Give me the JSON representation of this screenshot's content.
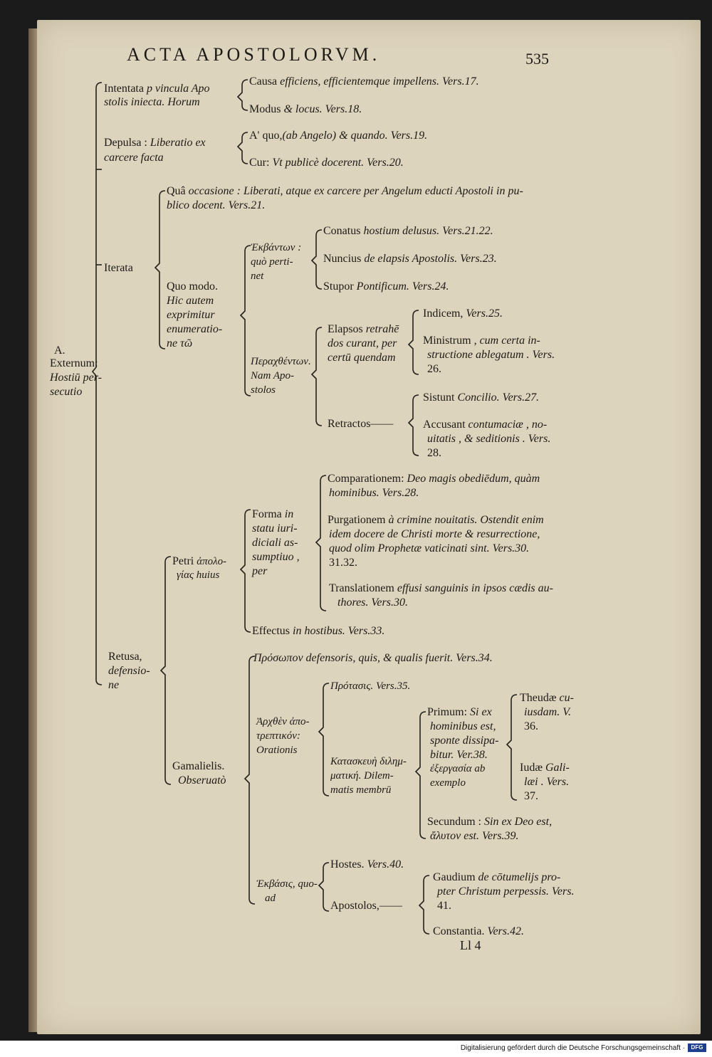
{
  "page": {
    "running_head": "ACTA APOSTOLORVM.",
    "page_number": "535",
    "signature": "Ll 4"
  },
  "outline": {
    "root": {
      "label": "A.",
      "line1": "Externum:",
      "line2": "Hostiū per-",
      "line3": "secutio"
    },
    "intentata": {
      "a": "Intentata ",
      "b": "p vincula Apo",
      "c": "stolis iniecta. Horum"
    },
    "causa": {
      "a": "Causa ",
      "b": "efficiens, efficientemque impellens. Vers.17."
    },
    "modus": {
      "a": "Modus ",
      "b": "& locus. Vers.18."
    },
    "depulsa": {
      "a": "Depulsa : ",
      "b": "Liberatio ex",
      "c": "carcere facta"
    },
    "a_quo": {
      "a": "A' quo,",
      "b": "(ab Angelo) & quando. Vers.19."
    },
    "cur": {
      "a": "Cur: ",
      "b": "Vt publicè docerent. Vers.20."
    },
    "iterata": "Iterata",
    "qua_occasione": {
      "a": "Quâ ",
      "b": "occasione : Liberati, atque ex carcere per Angelum educti Apostoli in pu-",
      "c": "blico docent. Vers.21."
    },
    "quo_modo": {
      "a": "Quo   modo.",
      "b": "Hic   autem",
      "c": "exprimitur",
      "d": "enumeratio-",
      "e": "ne τῶ"
    },
    "ekbaton": {
      "a": "Ἐκβάντων :",
      "b": "quò perti-",
      "c": "net"
    },
    "conatus": {
      "a": "Conatus ",
      "b": "hostium delusus. Vers.21.22."
    },
    "nuncius": {
      "a": "Nuncius ",
      "b": "de elapsis Apostolis. Vers.23."
    },
    "stupor": {
      "a": "Stupor ",
      "b": "Pontificum. Vers.24."
    },
    "peraxthenton": {
      "a": "Περαχθέντων.",
      "b": "Nam Apo-",
      "c": "stolos"
    },
    "elapsos": {
      "a": "Elapsos ",
      "b": "retrahē",
      "c": "dos curant, per",
      "d": "certū quendam"
    },
    "indicem": {
      "a": "Indicem, ",
      "b": "Vers.25."
    },
    "ministrum": {
      "a": "Ministrum , ",
      "b": "cum  certa  in-",
      "c": "structione ablegatum . Vers.",
      "d": "26."
    },
    "retractos": "Retractos——",
    "sistunt": {
      "a": "Sistunt ",
      "b": "Concilio. Vers.27."
    },
    "accusant": {
      "a": "Accusant  ",
      "b": "contumaciæ ,  no-",
      "c": "uitatis , & seditionis . Vers.",
      "d": "28."
    },
    "petri": {
      "a": "Petri ",
      "b": "ἀπολο-",
      "c": "γίας huius"
    },
    "forma": {
      "a": "Forma  ",
      "b": "in",
      "c": "statu iuri-",
      "d": "diciali  as-",
      "e": "sumptiuo ,",
      "f": "per"
    },
    "comparationem": {
      "a": "Comparationem: ",
      "b": "Deo magis obediēdum, quàm",
      "c": "hominibus. Vers.28."
    },
    "purgationem": {
      "a": "Purgationem ",
      "b": "à crimine nouitatis. Ostendit enim",
      "c": "idem docere de Christi morte & resurrectione,",
      "d": "quod olim Prophetæ vaticinati sint. Vers.30.",
      "e": "31.32."
    },
    "translationem": {
      "a": "Translationem ",
      "b": "effusi sanguinis in ipsos cædis au-",
      "c": "thores. Vers.30."
    },
    "effectus": {
      "a": "Effectus ",
      "b": "in hostibus. Vers.33."
    },
    "retusa": {
      "a": "Retusa,",
      "b": "defensio-",
      "c": "ne"
    },
    "prosopon": "Πρόσωπον defensoris, quis, & qualis fuerit. Vers.34.",
    "gamalielis": {
      "a": "Gamalielis.",
      "b": "Obseruatò"
    },
    "arxthen": {
      "a": "Ἀρχθὲν  ἀπο-",
      "b": "τρεπτικόν:",
      "c": "Orationis"
    },
    "protasis": {
      "a": "Πρότασις. ",
      "b": "Vers.35."
    },
    "kataskeue": {
      "a": "Κατασκευὴ διλημ-",
      "b": "ματική. Dilem-",
      "c": "matis membrū"
    },
    "primum": {
      "a": "Primum: ",
      "b": "Si ex",
      "c": "hominibus est,",
      "d": "sponte dissipa-",
      "e": "bitur. Ver.38.",
      "f": "ἐξεργασία  ab",
      "g": "exemplo"
    },
    "theudae": {
      "a": "Theudæ ",
      "b": "cu-",
      "c": "iusdam. V.",
      "d": "36."
    },
    "iudae": {
      "a": "Iudæ ",
      "b": "Gali-",
      "c": "læi . Vers.",
      "d": "37."
    },
    "secundum": {
      "a": "Secundum : ",
      "b": "Sin ex Deo est,",
      "c": "ἄλυτον est. Vers.39."
    },
    "ekbasis": {
      "a": "Ἐκβάσις, quo-",
      "b": "ad"
    },
    "hostes": {
      "a": "Hostes. ",
      "b": "Vers.40."
    },
    "apostolos": "Apostolos,——",
    "gaudium": {
      "a": "Gaudium  ",
      "b": "de cōtumelijs pro-",
      "c": "pter Christum perpessis. Vers.",
      "d": "41."
    },
    "constantia": {
      "a": "Constantia. ",
      "b": "Vers.42."
    }
  },
  "footer": {
    "credit": "Digitalisierung gefördert durch die Deutsche Forschungsgemeinschaft ·",
    "logo": "DFG"
  }
}
